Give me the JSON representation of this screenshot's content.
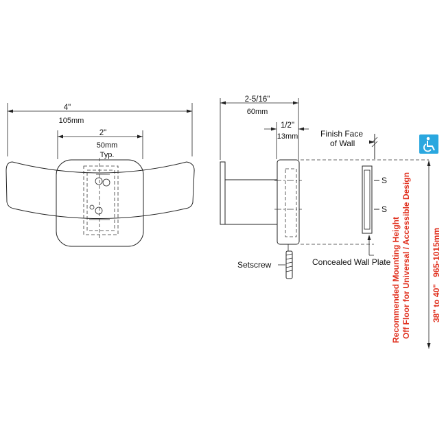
{
  "front_view": {
    "overall_width": {
      "imperial": "4\"",
      "metric": "105mm"
    },
    "plate_width": {
      "imperial": "2\"",
      "metric": "50mm",
      "note": "Typ."
    }
  },
  "side_view": {
    "depth": {
      "imperial": "2-5/16\"",
      "metric": "60mm"
    },
    "hook_thickness": {
      "imperial": "1/2\"",
      "metric": "13mm"
    },
    "finish_face_label_line1": "Finish Face",
    "finish_face_label_line2": "of Wall",
    "screw_marker_top": "S",
    "screw_marker_bottom": "S",
    "setscrew_label": "Setscrew",
    "wall_plate_label": "Concealed Wall Plate"
  },
  "mounting": {
    "line1": "Recommended Mounting Height",
    "line2": "Off Floor for Universal / Accessible Design",
    "line3": "38\" to 40\"   965-1015mm",
    "accessibility_badge_color": "#2aa7df",
    "text_color": "#e0301e",
    "icon": "wheelchair-accessible-icon"
  }
}
